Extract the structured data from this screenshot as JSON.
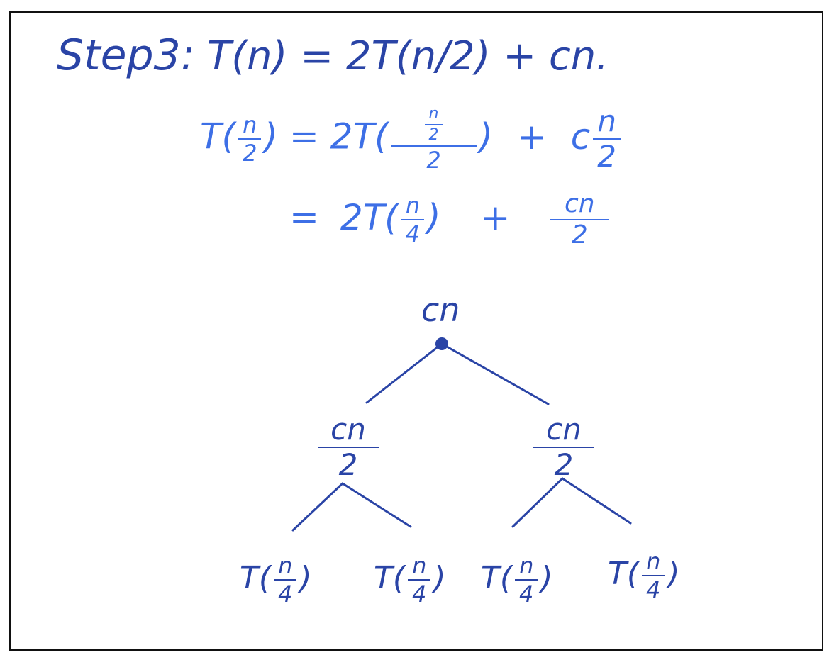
{
  "colors": {
    "border": "#111111",
    "dark_ink": "#2a44a6",
    "light_ink": "#3d6fe6",
    "background": "#ffffff"
  },
  "heading": {
    "label": "Step3:",
    "recurrence": "T(n) = 2T(n/2) + cn."
  },
  "line2": {
    "lhs_prefix": "T(",
    "lhs_num": "n",
    "lhs_den": "2",
    "lhs_suffix": ")",
    "equals": "=",
    "rhs_prefix": "2T(",
    "rhs_inner_num": "n",
    "rhs_inner_den": "2",
    "rhs_outer_den": "2",
    "rhs_suffix": ")",
    "plus": "+",
    "c": "c",
    "c_num": "n",
    "c_den": "2"
  },
  "line3": {
    "equals": "=",
    "prefix": "2T(",
    "num": "n",
    "den": "4",
    "suffix": ")",
    "plus": "+",
    "frac_num": "cn",
    "frac_den": "2"
  },
  "tree": {
    "root": "cn",
    "left_child": {
      "num": "cn",
      "den": "2"
    },
    "right_child": {
      "num": "cn",
      "den": "2"
    },
    "leaves": [
      {
        "prefix": "T(",
        "num": "n",
        "den": "4",
        "suffix": ")"
      },
      {
        "prefix": "T(",
        "num": "n",
        "den": "4",
        "suffix": ")"
      },
      {
        "prefix": "T(",
        "num": "n",
        "den": "4",
        "suffix": ")"
      },
      {
        "prefix": "T(",
        "num": "n",
        "den": "4",
        "suffix": ")"
      }
    ]
  }
}
